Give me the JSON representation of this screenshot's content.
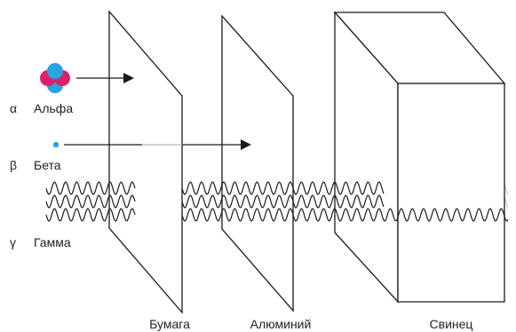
{
  "radiation": [
    {
      "symbol": "α",
      "label": "Альфа"
    },
    {
      "symbol": "β",
      "label": "Бета"
    },
    {
      "symbol": "γ",
      "label": "Гамма"
    }
  ],
  "materials": [
    {
      "label": "Бумага"
    },
    {
      "label": "Алюминий"
    },
    {
      "label": "Свинец"
    }
  ],
  "colors": {
    "line": "#1a1a1a",
    "alpha_proton": "#d9226b",
    "alpha_neutron": "#2aa3df",
    "beta_particle": "#2aa3df",
    "faded": "#c8c8c8"
  }
}
